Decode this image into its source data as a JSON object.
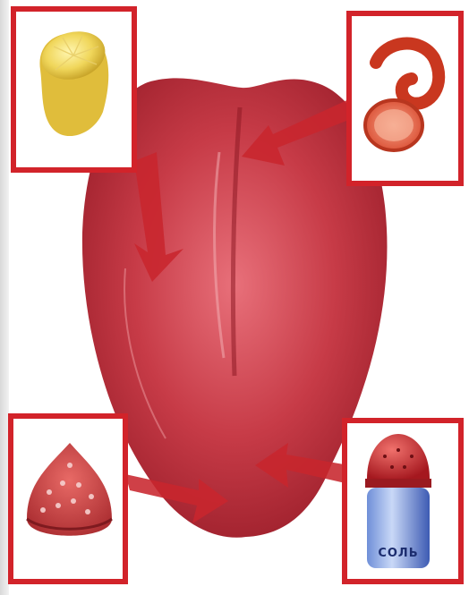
{
  "diagram": {
    "center_image": "tongue",
    "panels": [
      {
        "id": "top-left",
        "icon": "lemon-icon",
        "taste_region": "sides-back"
      },
      {
        "id": "top-right",
        "icon": "grapefruit-peel-icon",
        "taste_region": "sides-back"
      },
      {
        "id": "bottom-left",
        "icon": "cake-icon",
        "taste_region": "tip"
      },
      {
        "id": "bottom-right",
        "icon": "salt-shaker-icon",
        "taste_region": "tip-sides"
      }
    ],
    "salt_shaker_label": "СОЛЬ",
    "colors": {
      "frame": "#d2232a",
      "tongue": "#c23a44",
      "arrow": "#c8262d"
    }
  }
}
